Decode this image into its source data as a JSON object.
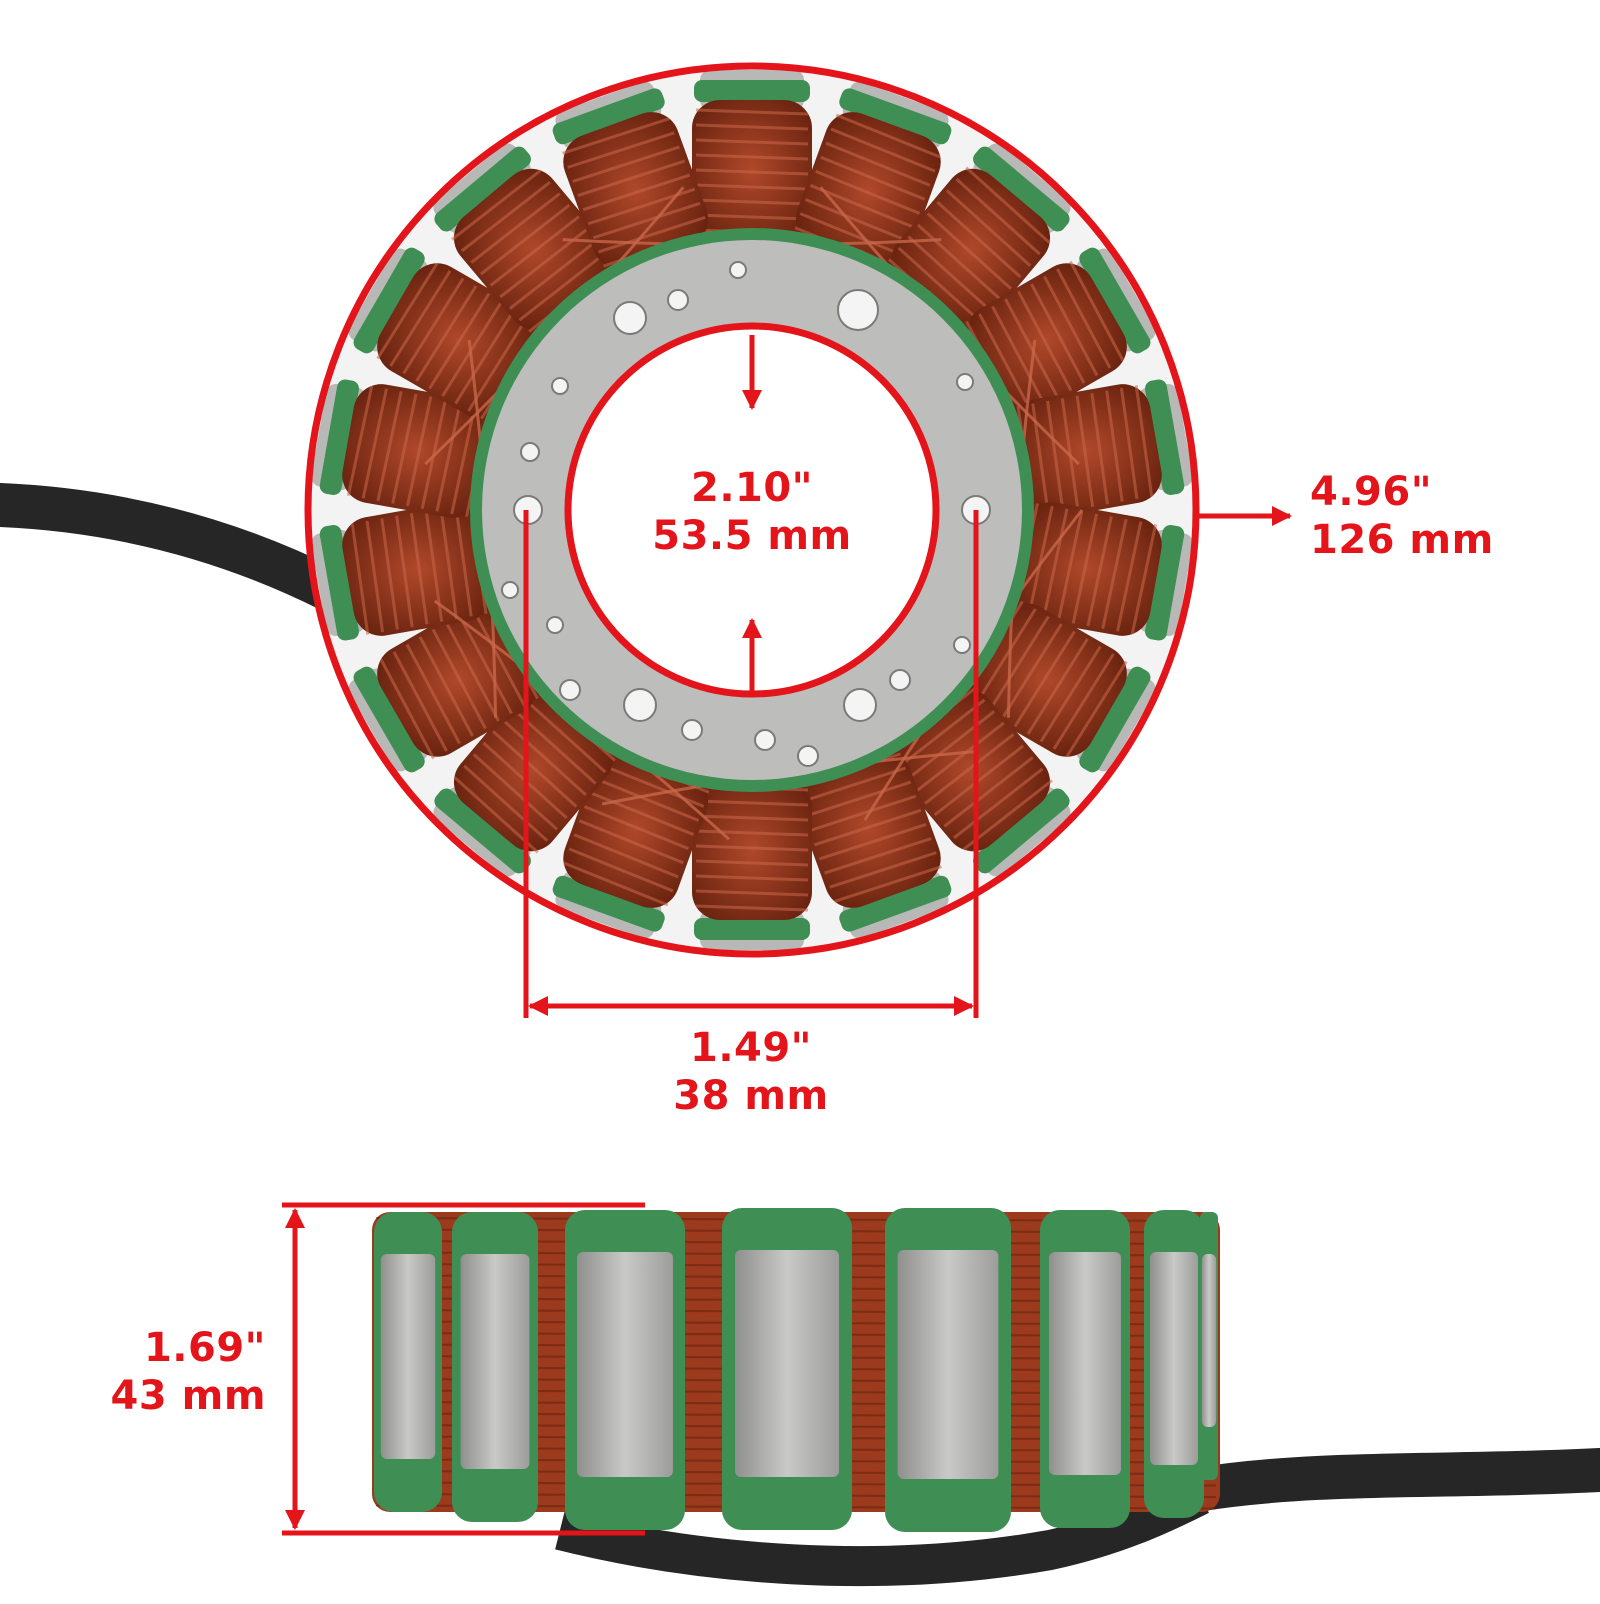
{
  "colors": {
    "accent": "#e4141b",
    "copper": "#9b3a1d",
    "copper_dark": "#5e1d0c",
    "copper_light": "#c8674a",
    "insulation_green": "#3f8f55",
    "steel": "#b8b8b6",
    "cable": "#262626"
  },
  "dimensions": {
    "inner_diameter": {
      "inch": "2.10\"",
      "mm": "53.5 mm"
    },
    "outer_diameter": {
      "inch": "4.96\"",
      "mm": "126 mm"
    },
    "bolt_spacing": {
      "inch": "1.49\"",
      "mm": "38 mm"
    },
    "height": {
      "inch": "1.69\"",
      "mm": "43 mm"
    }
  }
}
